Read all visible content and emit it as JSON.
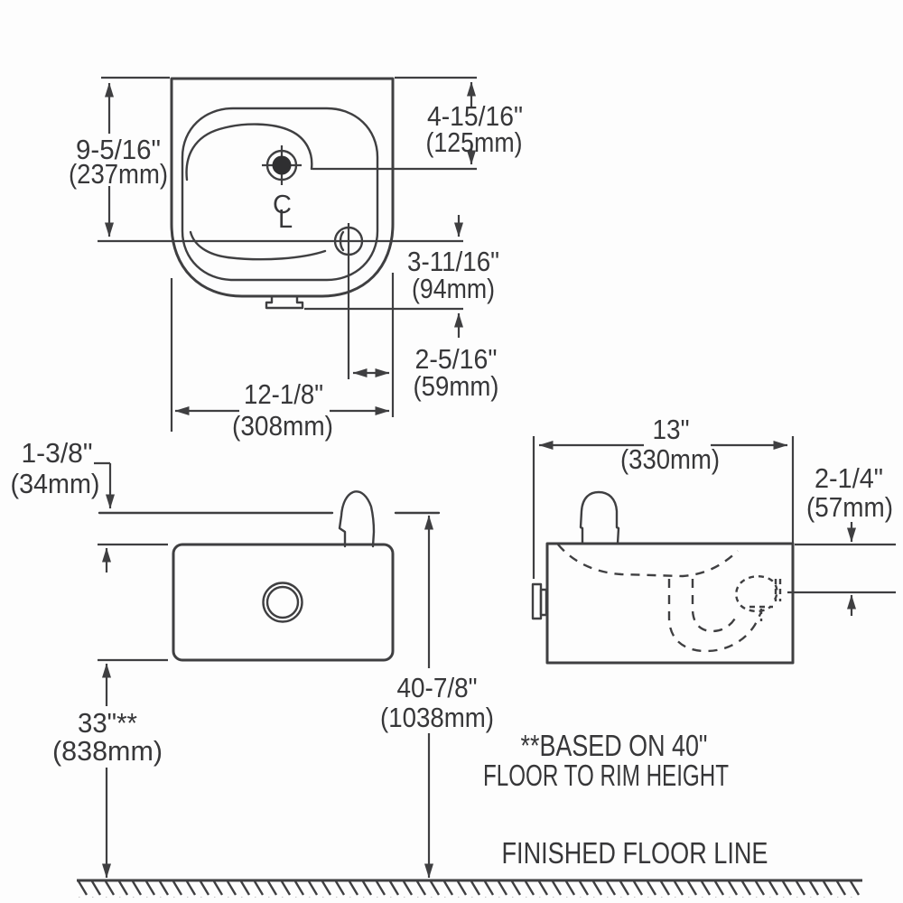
{
  "colors": {
    "line": "#3f3f41",
    "text": "#373739",
    "background": "#fdfdfd"
  },
  "dimensions": {
    "basin_depth": {
      "imperial": "9-5/16\"",
      "metric": "(237mm)"
    },
    "bubbler_from_back": {
      "imperial": "4-15/16\"",
      "metric": "(125mm)"
    },
    "drain_from_front": {
      "imperial": "3-11/16\"",
      "metric": "(94mm)"
    },
    "drain_from_side": {
      "imperial": "2-5/16\"",
      "metric": "(59mm)"
    },
    "basin_width": {
      "imperial": "12-1/8\"",
      "metric": "(308mm)"
    },
    "rim_above_body": {
      "imperial": "1-3/8\"",
      "metric": "(34mm)"
    },
    "floor_to_body": {
      "imperial": "33\"**",
      "metric": "(838mm)"
    },
    "floor_to_bubbler": {
      "imperial": "40-7/8\"",
      "metric": "(1038mm)"
    },
    "body_depth": {
      "imperial": "13\"",
      "metric": "(330mm)"
    },
    "top_to_outlet": {
      "imperial": "2-1/4\"",
      "metric": "(57mm)"
    }
  },
  "notes": {
    "based_on_line1": "**BASED ON 40\"",
    "based_on_line2": "FLOOR TO RIM HEIGHT",
    "finished_floor_line": "FINISHED FLOOR LINE"
  },
  "symbols": {
    "centerline_c": "C",
    "centerline_l": "L"
  }
}
